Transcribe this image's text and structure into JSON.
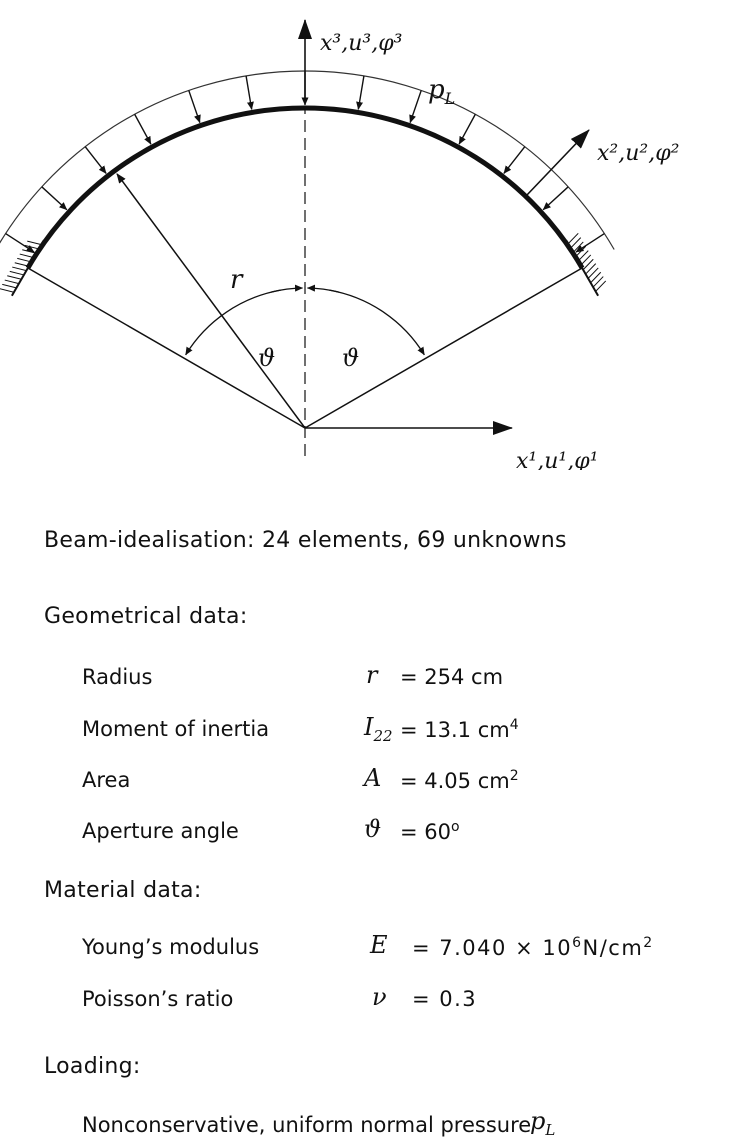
{
  "diagram": {
    "axis3_label": "x³,u³,φ³",
    "axis2_label": "x²,u²,φ²",
    "axis1_label": "x¹,u¹,φ¹",
    "pressure_label": "p",
    "pressure_subscript": "L",
    "radius_label": "r",
    "angle_label": "ϑ"
  },
  "idealisation": "Beam-idealisation:  24 elements,  69 unknowns",
  "geometry": {
    "heading": "Geometrical data:",
    "rows": [
      {
        "label": "Radius",
        "symbol": "r",
        "sub": "",
        "value": "= 254  cm",
        "sup": ""
      },
      {
        "label": "Moment of inertia",
        "symbol": "I",
        "sub": "22",
        "value": "= 13.1 cm",
        "sup": "4"
      },
      {
        "label": "Area",
        "symbol": "A",
        "sub": "",
        "value": "= 4.05  cm",
        "sup": "2"
      },
      {
        "label": "Aperture angle",
        "symbol": "ϑ",
        "sub": "",
        "value": "= 60",
        "sup": "o"
      }
    ]
  },
  "material": {
    "heading": "Material data:",
    "rows": [
      {
        "label": "Young’s modulus",
        "symbol": "E",
        "value": "= 7.040 × 10",
        "sup": "6",
        "tail": "N/cm",
        "sup2": "2"
      },
      {
        "label": "Poisson’s ratio",
        "symbol": "ν",
        "value": "= 0.3"
      }
    ]
  },
  "loading": {
    "heading": "Loading:",
    "text": "Nonconservative, uniform normal pressure",
    "symbol": "p",
    "sub": "L"
  }
}
